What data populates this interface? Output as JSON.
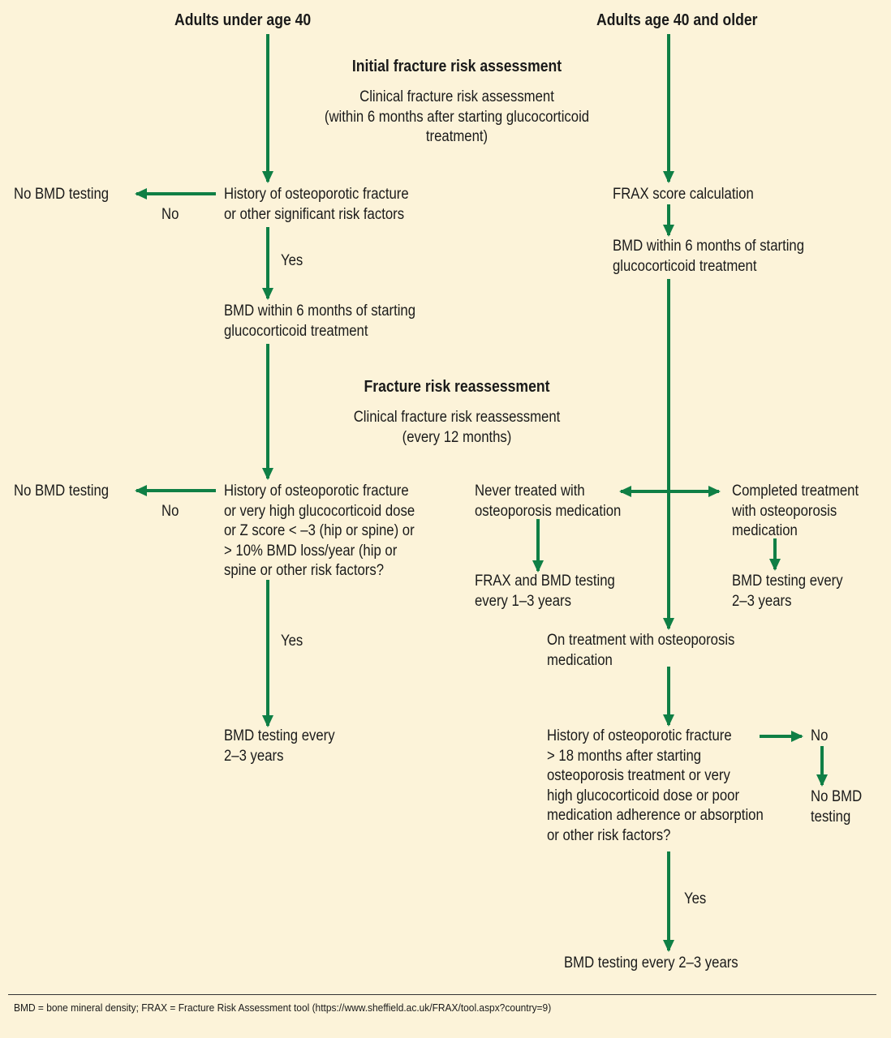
{
  "headings": {
    "left_column": "Adults under age 40",
    "right_column": "Adults age 40 and older",
    "initial": "Initial fracture risk assessment",
    "reassessment": "Fracture risk reassessment"
  },
  "nodes": {
    "clinical_initial": "Clinical fracture risk assessment\n(within 6 months after starting glucocorticoid\ntreatment)",
    "history_left": "History of osteoporotic fracture\nor other significant risk factors",
    "no_bmd_1": "No BMD testing",
    "no_1": "No",
    "yes_1": "Yes",
    "bmd_6mo_left": "BMD within 6 months of starting\nglucocorticoid treatment",
    "frax_calc": "FRAX score calculation",
    "bmd_6mo_right": "BMD within 6 months of starting\nglucocorticoid treatment",
    "clinical_reassess": "Clinical fracture risk reassessment\n(every 12 months)",
    "history_left_2": "History of osteoporotic fracture\nor very high glucocorticoid dose\nor Z score < –3 (hip or spine) or\n> 10% BMD loss/year (hip or\nspine or other risk factors?",
    "no_bmd_2": "No BMD testing",
    "no_2": "No",
    "yes_2": "Yes",
    "bmd_every_left": "BMD testing every\n2–3 years",
    "never_treated": "Never treated with\nosteoporosis medication",
    "completed_treatment": "Completed treatment\nwith osteoporosis\nmedication",
    "frax_bmd": "FRAX and BMD testing\nevery 1–3 years",
    "bmd_every_right": "BMD testing every\n2–3 years",
    "on_treatment": "On treatment with osteoporosis\nmedication",
    "history_right": "History of osteoporotic fracture\n> 18 months after starting\nosteoporosis treatment or very\nhigh glucocorticoid dose or poor\nmedication adherence or absorption\nor other risk factors?",
    "no_3": "No",
    "no_bmd_3": "No BMD\ntesting",
    "yes_3": "Yes",
    "bmd_every_final": "BMD testing every 2–3 years"
  },
  "footnote": "BMD = bone mineral density; FRAX = Fracture Risk Assessment tool (https://www.sheffield.ac.uk/FRAX/tool.aspx?country=9)",
  "colors": {
    "arrow": "#0f7f45",
    "background": "#fcf3d9",
    "text": "#1a1a1a"
  }
}
